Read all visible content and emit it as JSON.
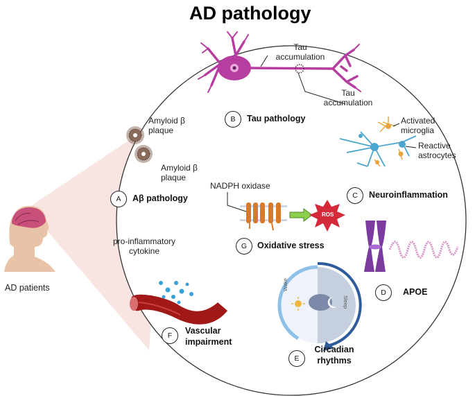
{
  "title": "AD pathology",
  "patients_label": "AD patients",
  "panels": [
    {
      "id": "A",
      "label": "Aβ pathology",
      "annotations": [
        "Amyloid β plaque",
        "Amyloid β plaque"
      ]
    },
    {
      "id": "B",
      "label": "Tau pathology",
      "annotations": [
        "Tau accumulation",
        "Tau accumulation"
      ]
    },
    {
      "id": "C",
      "label": "Neuroinflammation",
      "annotations": [
        "Activated microglia",
        "Reactive astrocytes"
      ]
    },
    {
      "id": "D",
      "label": "APOE"
    },
    {
      "id": "E",
      "label": "Circadian rhythms",
      "annotations": [
        "Wake",
        "Sleep"
      ]
    },
    {
      "id": "F",
      "label": "Vascular impairment",
      "annotations": [
        "pro-inflammatory cytokine"
      ]
    },
    {
      "id": "G",
      "label": "Oxidative stress",
      "annotations": [
        "NADPH oxidase",
        "ROS"
      ]
    }
  ],
  "colors": {
    "neuron": "#b53ea0",
    "neuron_light": "#e8a9da",
    "chromosome": "#7a3a9e",
    "vessel": "#a01818",
    "cytokine": "#3aa0d8",
    "astrocyte": "#4aa6cc",
    "microglia": "#e8a33a",
    "ros": "#d52a3a",
    "circadian_ring": "#2f5b9a",
    "cone": "#f3d6d2"
  }
}
